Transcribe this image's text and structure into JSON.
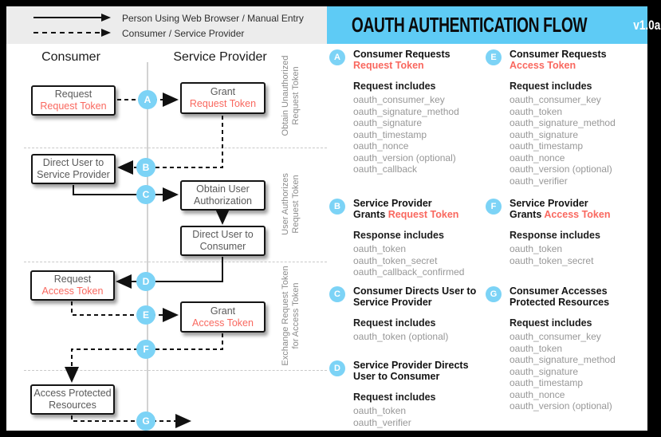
{
  "colors": {
    "header_blue": "#5ecbf5",
    "badge_blue": "#7cd3f6",
    "red": "#f9685f",
    "legend_bg": "#ececec",
    "list_gray": "#979797",
    "label_gray": "#8c8c8c",
    "box_text": "#5a5a5a"
  },
  "legend": {
    "solid_label": "Person Using Web Browser / Manual Entry",
    "dashed_label": "Consumer / Service Provider"
  },
  "header": {
    "title": "OAUTH AUTHENTICATION FLOW",
    "version": "v1.0a"
  },
  "diagram": {
    "columns": {
      "consumer": "Consumer",
      "service_provider": "Service Provider"
    },
    "badges": {
      "a": "A",
      "b": "B",
      "c": "C",
      "d": "D",
      "e": "E",
      "f": "F",
      "g": "G"
    },
    "boxes": {
      "request_request_token": {
        "line1": "Request",
        "line2": "Request Token"
      },
      "grant_request_token": {
        "line1": "Grant",
        "line2": "Request Token"
      },
      "direct_user_to_sp": {
        "line1": "Direct User to",
        "line2": "Service Provider"
      },
      "obtain_user_auth": {
        "line1": "Obtain User",
        "line2": "Authorization"
      },
      "direct_user_to_consumer": {
        "line1": "Direct User to",
        "line2": "Consumer"
      },
      "request_access_token": {
        "line1": "Request",
        "line2": "Access Token"
      },
      "grant_access_token": {
        "line1": "Grant",
        "line2": "Access Token"
      },
      "access_protected_resources": {
        "line1": "Access Protected",
        "line2": "Resources"
      }
    },
    "section_labels": {
      "s1": {
        "line1": "Obtain Unauthorized",
        "line2": "Request Token"
      },
      "s2": {
        "line1": "User Authorizes",
        "line2": "Request Token"
      },
      "s3": {
        "line1": "Exchange Request Token",
        "line2": "for Access Token"
      }
    }
  },
  "sections": {
    "A": {
      "letter": "A",
      "t1": "Consumer Requests",
      "t2_black": "",
      "t2_red": "Request Token",
      "list_label": "Request includes",
      "items": [
        "oauth_consumer_key",
        "oauth_signature_method",
        "oauth_signature",
        "oauth_timestamp",
        "oauth_nonce",
        "oauth_version (optional)",
        "oauth_callback"
      ]
    },
    "B": {
      "letter": "B",
      "t1": "Service Provider",
      "t2_black": "Grants ",
      "t2_red": "Request Token",
      "list_label": "Response includes",
      "items": [
        "oauth_token",
        "oauth_token_secret",
        "oauth_callback_confirmed"
      ]
    },
    "C": {
      "letter": "C",
      "t1": "Consumer Directs User to",
      "t2_black": "Service Provider",
      "t2_red": "",
      "list_label": "Request includes",
      "items": [
        "oauth_token (optional)"
      ]
    },
    "D": {
      "letter": "D",
      "t1": "Service Provider Directs",
      "t2_black": "User to Consumer",
      "t2_red": "",
      "list_label": "Request includes",
      "items": [
        "oauth_token",
        "oauth_verifier"
      ]
    },
    "E": {
      "letter": "E",
      "t1": "Consumer Requests",
      "t2_black": "",
      "t2_red": "Access Token",
      "list_label": "Request includes",
      "items": [
        "oauth_consumer_key",
        "oauth_token",
        "oauth_signature_method",
        "oauth_signature",
        "oauth_timestamp",
        "oauth_nonce",
        "oauth_version (optional)",
        "oauth_verifier"
      ]
    },
    "F": {
      "letter": "F",
      "t1": "Service Provider",
      "t2_black": "Grants ",
      "t2_red": "Access Token",
      "list_label": "Response includes",
      "items": [
        "oauth_token",
        "oauth_token_secret"
      ]
    },
    "G": {
      "letter": "G",
      "t1": "Consumer Accesses",
      "t2_black": "Protected Resources",
      "t2_red": "",
      "list_label": "Request includes",
      "items": [
        "oauth_consumer_key",
        "oauth_token",
        "oauth_signature_method",
        "oauth_signature",
        "oauth_timestamp",
        "oauth_nonce",
        "oauth_version (optional)"
      ]
    }
  }
}
